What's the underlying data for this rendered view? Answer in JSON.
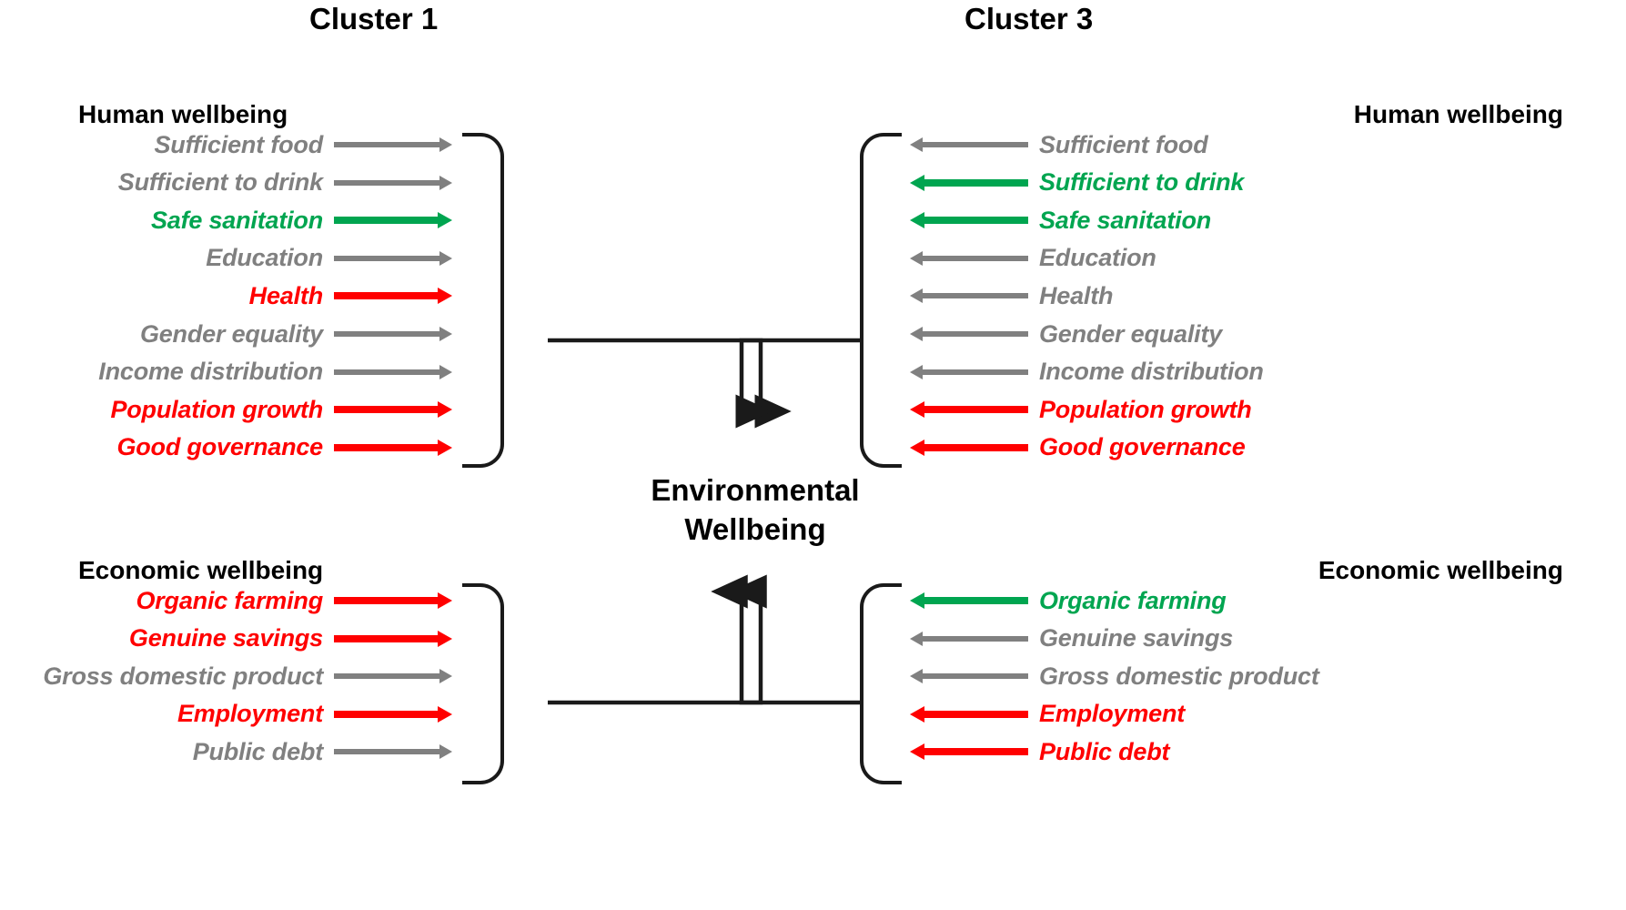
{
  "clusters": {
    "left": {
      "title": "Cluster 1",
      "direction": "to-right",
      "groups": [
        {
          "heading": "Human wellbeing",
          "indicators": [
            {
              "label": "Sufficient food",
              "color": "grey"
            },
            {
              "label": "Sufficient to drink",
              "color": "grey"
            },
            {
              "label": "Safe sanitation",
              "color": "green"
            },
            {
              "label": "Education",
              "color": "grey"
            },
            {
              "label": "Health",
              "color": "red"
            },
            {
              "label": "Gender equality",
              "color": "grey"
            },
            {
              "label": "Income distribution",
              "color": "grey"
            },
            {
              "label": "Population growth",
              "color": "red"
            },
            {
              "label": "Good governance",
              "color": "red"
            }
          ]
        },
        {
          "heading": "Economic wellbeing",
          "indicators": [
            {
              "label": "Organic farming",
              "color": "red"
            },
            {
              "label": "Genuine savings",
              "color": "red"
            },
            {
              "label": "Gross domestic product",
              "color": "grey"
            },
            {
              "label": "Employment",
              "color": "red"
            },
            {
              "label": "Public debt",
              "color": "grey"
            }
          ]
        }
      ]
    },
    "right": {
      "title": "Cluster 3",
      "direction": "to-left",
      "groups": [
        {
          "heading": "Human wellbeing",
          "indicators": [
            {
              "label": "Sufficient food",
              "color": "grey"
            },
            {
              "label": "Sufficient to drink",
              "color": "green"
            },
            {
              "label": "Safe sanitation",
              "color": "green"
            },
            {
              "label": "Education",
              "color": "grey"
            },
            {
              "label": "Health",
              "color": "grey"
            },
            {
              "label": "Gender equality",
              "color": "grey"
            },
            {
              "label": "Income distribution",
              "color": "grey"
            },
            {
              "label": "Population growth",
              "color": "red"
            },
            {
              "label": "Good governance",
              "color": "red"
            }
          ]
        },
        {
          "heading": "Economic wellbeing",
          "indicators": [
            {
              "label": "Organic farming",
              "color": "green"
            },
            {
              "label": "Genuine savings",
              "color": "grey"
            },
            {
              "label": "Gross domestic product",
              "color": "grey"
            },
            {
              "label": "Employment",
              "color": "red"
            },
            {
              "label": "Public debt",
              "color": "red"
            }
          ]
        }
      ]
    }
  },
  "center": {
    "label_line1": "Environmental",
    "label_line2": "Wellbeing"
  },
  "colors": {
    "grey": "#808080",
    "red": "#FF0000",
    "green": "#00A550",
    "black": "#000000",
    "connector": "#1a1a1a"
  }
}
